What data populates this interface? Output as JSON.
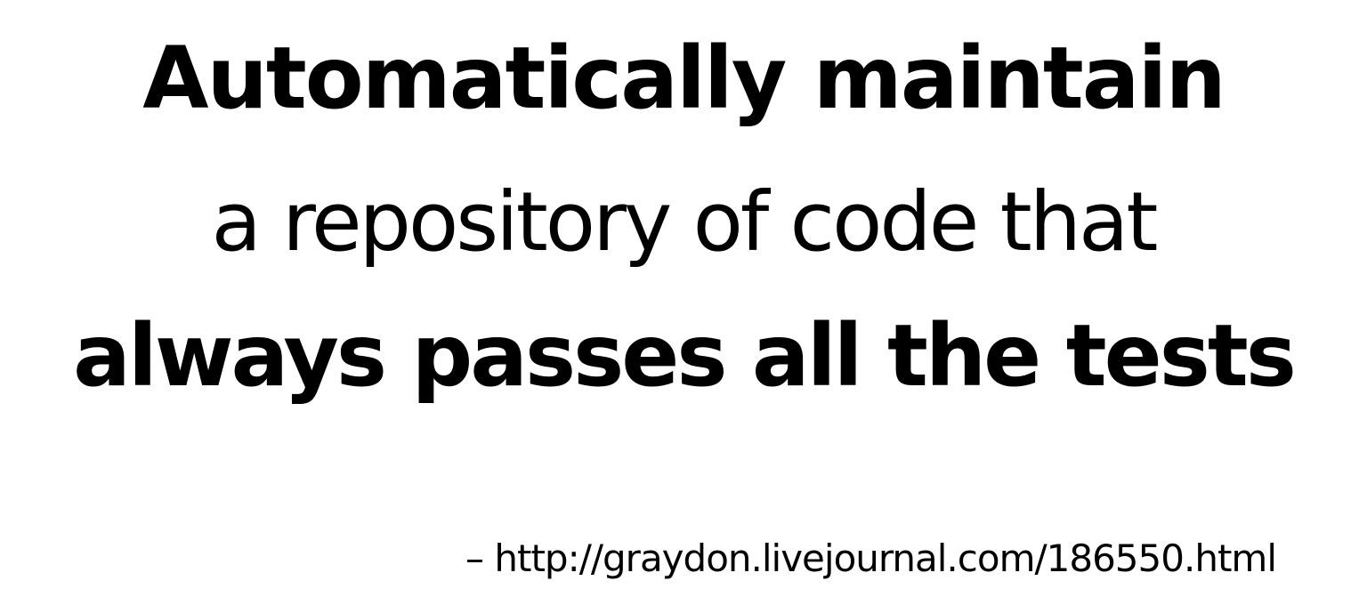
{
  "quote": {
    "line1": "Automatically maintain",
    "line2": "a repository of code that",
    "line3": "always passes all the tests"
  },
  "attribution": "– http://graydon.livejournal.com/186550.html"
}
